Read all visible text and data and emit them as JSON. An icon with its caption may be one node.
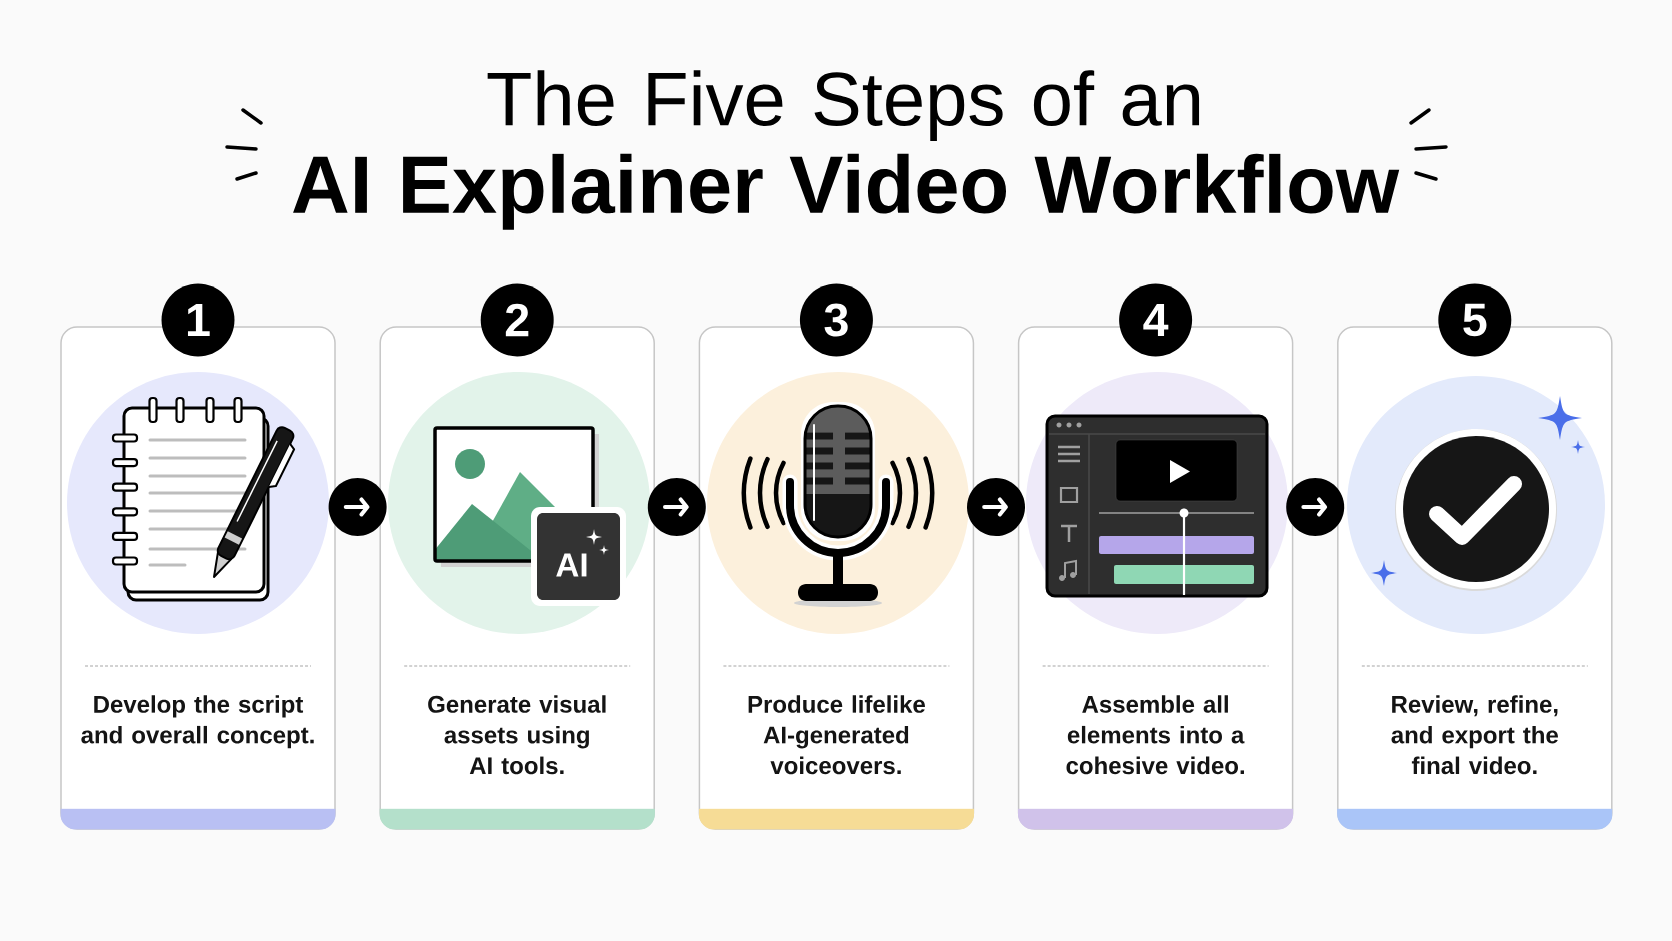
{
  "diagram": {
    "title": "The Five Steps of an **AI Explainer Video Workflow**",
    "nodes": [
      {
        "text": [
          "1",
          "Develop the script and overall concept."
        ]
      },
      {
        "text": [
          "2",
          "Generate visual assets using AI tools."
        ]
      },
      {
        "text": [
          "3",
          "Produce lifelike AI-generated voiceovers."
        ]
      },
      {
        "text": [
          "4",
          "Assemble all elements into a cohesive video."
        ]
      },
      {
        "text": [
          "5",
          "Review, refine, and export the final video."
        ]
      }
    ],
    "edges": [
      {
        "from": 0,
        "to": 1,
        "arrow": "to"
      },
      {
        "from": 1,
        "to": 2,
        "arrow": "to"
      },
      {
        "from": 2,
        "to": 3,
        "arrow": "to"
      },
      {
        "from": 3,
        "to": 4,
        "arrow": "to"
      }
    ],
    "labels": [
      "AI"
    ]
  }
}
